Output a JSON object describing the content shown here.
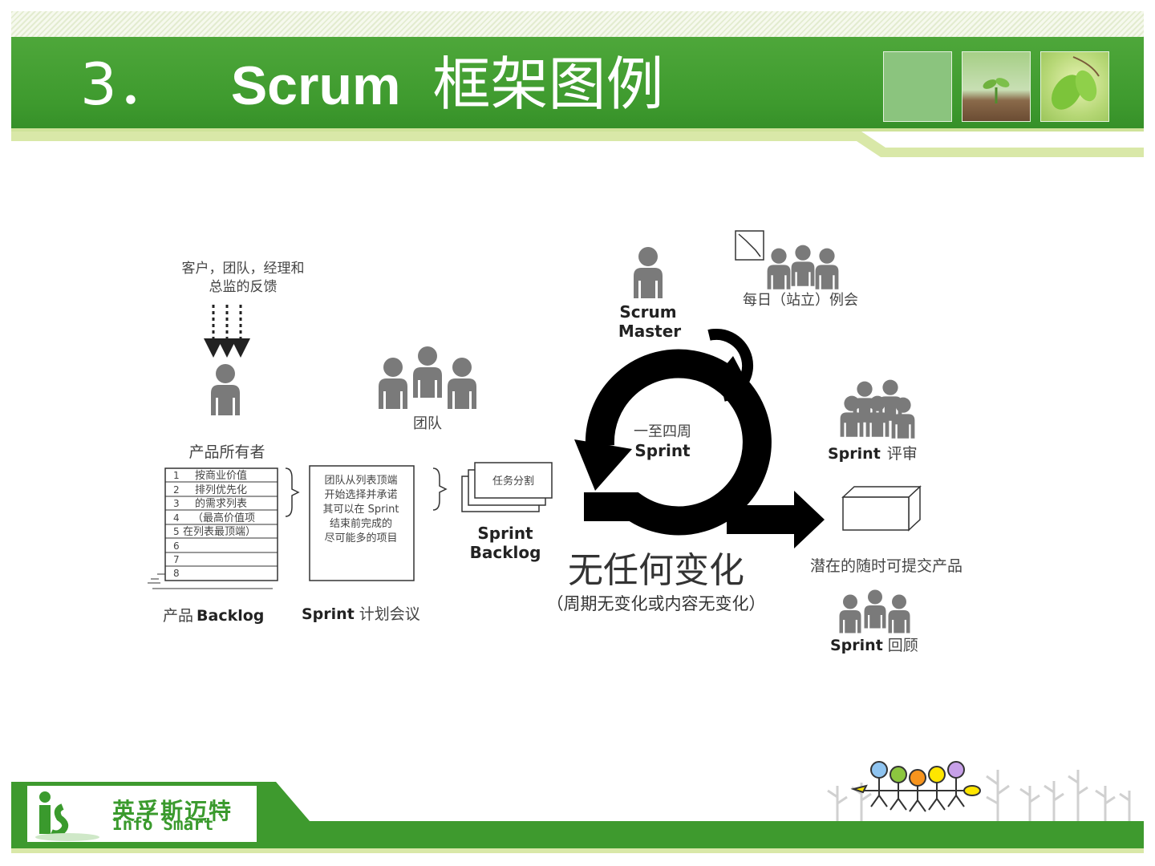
{
  "header": {
    "number": "3．",
    "title_en": "Scrum",
    "title_cn": "框架图例"
  },
  "diagram": {
    "feedback": [
      "客户，团队，经理和",
      "总监的反馈"
    ],
    "product_owner": "产品所有者",
    "backlog_rows": [
      "按商业价值",
      "排列优先化",
      "的需求列表",
      "（最高价值项",
      "在列表最顶端）",
      "",
      "",
      ""
    ],
    "backlog_row_numbers": [
      "1",
      "2",
      "3",
      "4",
      "5",
      "6",
      "7",
      "8"
    ],
    "product_backlog_cn": "产品",
    "product_backlog_en": "Backlog",
    "planning_text": [
      "团队从列表顶端",
      "开始选择并承诺",
      "其可以在 Sprint",
      "结束前完成的",
      "尽可能多的项目"
    ],
    "sprint_planning_en": "Sprint",
    "sprint_planning_cn": "计划会议",
    "team": "团队",
    "task_breakdown": "任务分割",
    "sprint_backlog": [
      "Sprint",
      "Backlog"
    ],
    "scrum_master": [
      "Scrum",
      "Master"
    ],
    "daily_standup": "每日（站立）例会",
    "cycle_length": "一至四周",
    "cycle_sprint": "Sprint",
    "no_changes": "无任何变化",
    "no_changes_sub": "（周期无变化或内容无变化）",
    "sprint_review_en": "Sprint",
    "sprint_review_cn": "评审",
    "shippable_product": "潜在的随时可提交产品",
    "sprint_retro_en": "Sprint",
    "sprint_retro_cn": "回顾"
  },
  "footer": {
    "logo_cn": "英孚斯迈特",
    "logo_en": "Info Smart"
  },
  "colors": {
    "brand_green": "#3e9a2e",
    "light_green": "#d9e8a8",
    "people_gray": "#7a7a7a"
  }
}
